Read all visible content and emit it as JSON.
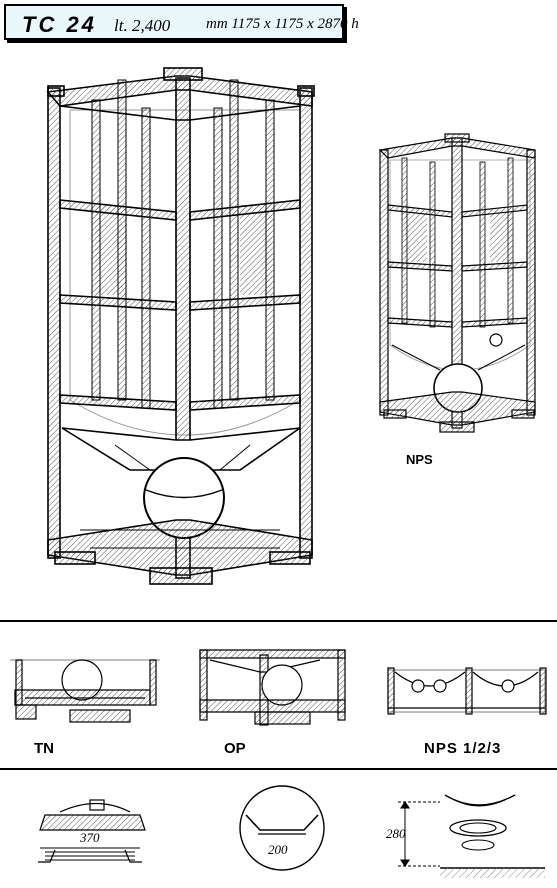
{
  "header": {
    "model": "TC 24",
    "capacity": "lt. 2,400",
    "dimensions": "mm 1175 x 1175 x 2870 h"
  },
  "figures": {
    "main_label": "",
    "nps_label": "NPS"
  },
  "variants": [
    {
      "label": "TN"
    },
    {
      "label": "OP"
    },
    {
      "label": "NPS 1/2/3"
    }
  ],
  "details": {
    "lid_diameter": "370",
    "outlet_diameter": "200",
    "clearance_height": "280"
  }
}
